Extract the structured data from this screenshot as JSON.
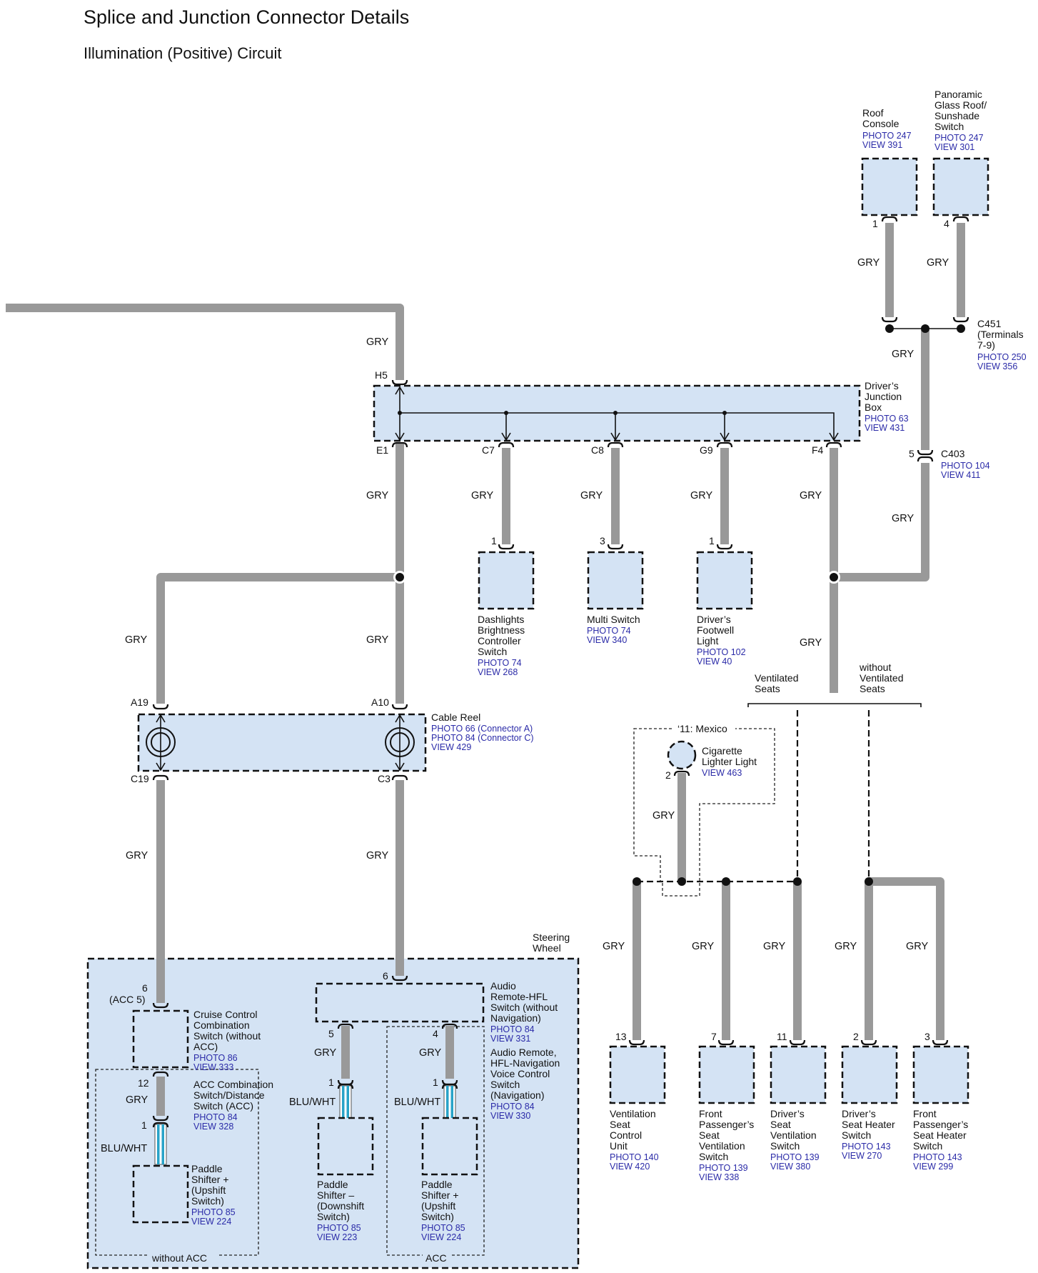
{
  "title": "Splice and Junction Connector Details",
  "subtitle": "Illumination (Positive) Circuit",
  "colors": {
    "component_fill": "#d4e3f4",
    "wire_gray": "#999999",
    "wire_blu_wht": "#29a3c8",
    "reference_text": "#2b2ba8"
  },
  "wire_colors": {
    "gry": "GRY",
    "blu_wht": "BLU/WHT"
  },
  "components": {
    "roof_console": {
      "name": [
        "Roof",
        "Console"
      ],
      "refs": [
        "PHOTO 247",
        "VIEW 391"
      ],
      "pin": "1"
    },
    "panoramic": {
      "name": [
        "Panoramic",
        "Glass Roof/",
        "Sunshade",
        "Switch"
      ],
      "refs": [
        "PHOTO 247",
        "VIEW 301"
      ],
      "pin": "4"
    },
    "c451": {
      "name": [
        "C451",
        "(Terminals",
        "7-9)"
      ],
      "refs": [
        "PHOTO 250",
        "VIEW 356"
      ]
    },
    "c403": {
      "name": "C403",
      "pin": "5",
      "refs": [
        "PHOTO 104",
        "VIEW 411"
      ]
    },
    "junction_box": {
      "name": [
        "Driver’s",
        "Junction",
        "Box"
      ],
      "refs": [
        "PHOTO 63",
        "VIEW 431"
      ],
      "pins": {
        "h5": "H5",
        "e1": "E1",
        "c7": "C7",
        "c8": "C8",
        "g9": "G9",
        "f4": "F4"
      }
    },
    "dashlights": {
      "name": [
        "Dashlights",
        "Brightness",
        "Controller",
        "Switch"
      ],
      "refs": [
        "PHOTO 74",
        "VIEW 268"
      ],
      "pin": "1"
    },
    "multi_switch": {
      "name": [
        "Multi Switch"
      ],
      "refs": [
        "PHOTO 74",
        "VIEW 340"
      ],
      "pin": "3"
    },
    "footwell": {
      "name": [
        "Driver’s",
        "Footwell",
        "Light"
      ],
      "refs": [
        "PHOTO 102",
        "VIEW 40"
      ],
      "pin": "1"
    },
    "cable_reel": {
      "name": "Cable Reel",
      "refs": [
        "PHOTO 66 (Connector A)",
        "PHOTO 84 (Connector C)",
        "VIEW 429"
      ],
      "pins": {
        "a19": "A19",
        "a10": "A10",
        "c19": "C19",
        "c3": "C3"
      }
    },
    "steering_wheel": {
      "name": [
        "Steering",
        "Wheel"
      ]
    },
    "cruise_control": {
      "name": [
        "Cruise Control",
        "Combination",
        "Switch (without",
        "ACC)"
      ],
      "refs": [
        "PHOTO 86",
        "VIEW 333"
      ],
      "pin_top": [
        "6",
        "(ACC 5)"
      ],
      "pin_bottom": "12"
    },
    "acc_combination": {
      "name": [
        "ACC Combination",
        "Switch/Distance",
        "Switch (ACC)"
      ],
      "refs": [
        "PHOTO 84",
        "VIEW 328"
      ]
    },
    "paddle_plus_left": {
      "name": [
        "Paddle",
        "Shifter +",
        "(Upshift",
        "Switch)"
      ],
      "refs": [
        "PHOTO 85",
        "VIEW 224"
      ],
      "pin": "1"
    },
    "audio_remote": {
      "name": [
        "Audio",
        "Remote-HFL",
        "Switch (without",
        "Navigation)"
      ],
      "refs": [
        "PHOTO 84",
        "VIEW 331"
      ],
      "name2": [
        "Audio Remote,",
        "HFL-Navigation",
        "Voice Control",
        "Switch",
        "(Navigation)"
      ],
      "refs2": [
        "PHOTO 84",
        "VIEW 330"
      ],
      "pin_top": "6",
      "pin_left": "5",
      "pin_right": "4"
    },
    "paddle_minus": {
      "name": [
        "Paddle",
        "Shifter –",
        "(Downshift",
        "Switch)"
      ],
      "refs": [
        "PHOTO 85",
        "VIEW 223"
      ],
      "pin": "1"
    },
    "paddle_plus_right": {
      "name": [
        "Paddle",
        "Shifter +",
        "(Upshift",
        "Switch)"
      ],
      "refs": [
        "PHOTO 85",
        "VIEW 224"
      ],
      "pin": "1"
    },
    "cigarette": {
      "name": [
        "Cigarette",
        "Lighter Light"
      ],
      "refs": [
        "VIEW 463"
      ],
      "pin": "2"
    },
    "vent_seat_unit": {
      "name": [
        "Ventilation",
        "Seat",
        "Control",
        "Unit"
      ],
      "refs": [
        "PHOTO 140",
        "VIEW 420"
      ],
      "pin": "13"
    },
    "front_pass_vent": {
      "name": [
        "Front",
        "Passenger’s",
        "Seat",
        "Ventilation",
        "Switch"
      ],
      "refs": [
        "PHOTO 139",
        "VIEW 338"
      ],
      "pin": "7"
    },
    "driver_vent": {
      "name": [
        "Driver’s",
        "Seat",
        "Ventilation",
        "Switch"
      ],
      "refs": [
        "PHOTO 139",
        "VIEW 380"
      ],
      "pin": "11"
    },
    "driver_heater": {
      "name": [
        "Driver’s",
        "Seat Heater",
        "Switch"
      ],
      "refs": [
        "PHOTO 143",
        "VIEW 270"
      ],
      "pin": "2"
    },
    "pass_heater": {
      "name": [
        "Front",
        "Passenger’s",
        "Seat Heater",
        "Switch"
      ],
      "refs": [
        "PHOTO 143",
        "VIEW 299"
      ],
      "pin": "3"
    }
  },
  "options": {
    "ventilated": [
      "Ventilated",
      "Seats"
    ],
    "without_ventilated": [
      "without",
      "Ventilated",
      "Seats"
    ],
    "mexico": "‘11: Mexico",
    "without_acc": "without ACC",
    "acc": "ACC"
  }
}
